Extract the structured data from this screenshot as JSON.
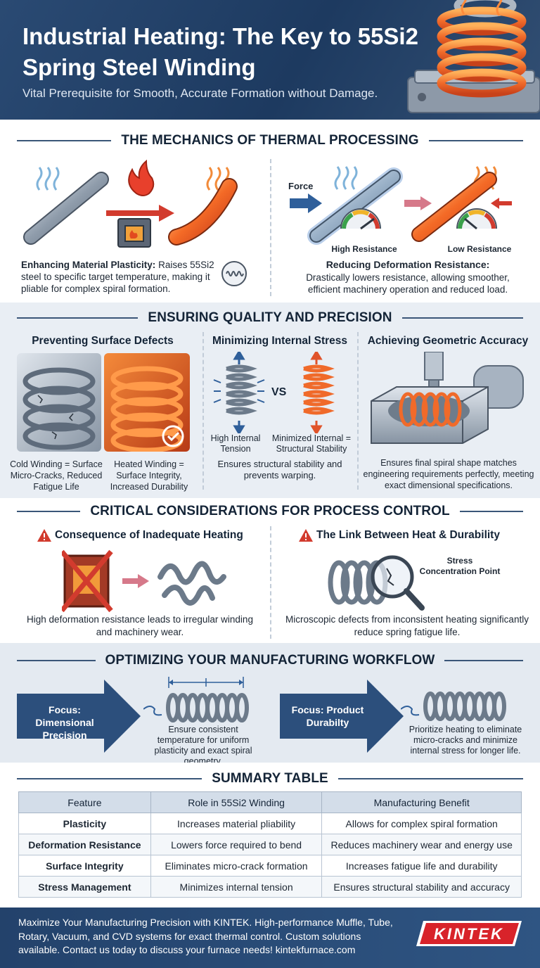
{
  "header": {
    "title": "Industrial Heating: The Key to 55Si2 Spring Steel Winding",
    "subtitle": "Vital Prerequisite for Smooth, Accurate Formation without Damage."
  },
  "mechanics": {
    "title": "THE MECHANICS OF THERMAL PROCESSING",
    "left": {
      "heading": "Enhancing Material Plasticity:",
      "body": "Raises 55Si2 steel to specific target temperature, making it pliable for complex spiral formation."
    },
    "right": {
      "force_label": "Force",
      "high_label": "High Resistance",
      "low_label": "Low Resistance",
      "heading": "Reducing Deformation Resistance:",
      "body": "Drastically lowers resistance, allowing smoother, efficient machinery operation and reduced load."
    }
  },
  "quality": {
    "title": "ENSURING QUALITY AND PRECISION",
    "col1": {
      "heading": "Preventing Surface Defects",
      "cold_caption": "Cold Winding = Surface Micro-Cracks, Reduced Fatigue Life",
      "heated_caption": "Heated Winding = Surface Integrity, Increased Durability"
    },
    "col2": {
      "heading": "Minimizing Internal Stress",
      "vs": "VS",
      "high_caption": "High Internal Tension",
      "min_caption": "Minimized Internal = Structural Stability",
      "body": "Ensures structural stability and prevents warping."
    },
    "col3": {
      "heading": "Achieving Geometric Accuracy",
      "body": "Ensures final spiral shape matches engineering requirements perfectly, meeting exact dimensional specifications."
    }
  },
  "critical": {
    "title": "CRITICAL CONSIDERATIONS FOR PROCESS CONTROL",
    "left": {
      "heading": "Consequence of Inadequate Heating",
      "body": "High deformation resistance leads to irregular winding and machinery wear."
    },
    "right": {
      "heading": "The Link Between Heat & Durability",
      "callout": "Stress Concentration Point",
      "body": "Microscopic defects from inconsistent heating significantly reduce spring fatigue life."
    }
  },
  "workflow": {
    "title": "OPTIMIZING YOUR MANUFACTURING WORKFLOW",
    "left": {
      "arrow_label": "Focus: Dimensional Precision",
      "body": "Ensure consistent temperature for uniform plasticity and exact spiral geometry."
    },
    "right": {
      "arrow_label": "Focus: Product Durabilty",
      "body": "Prioritize heating to eliminate micro-cracks and minimize internal stress for longer life."
    }
  },
  "summary": {
    "title": "SUMMARY TABLE",
    "headers": [
      "Feature",
      "Role in 55Si2 Winding",
      "Manufacturing Benefit"
    ],
    "rows": [
      [
        "Plasticity",
        "Increases material pliability",
        "Allows for complex spiral formation"
      ],
      [
        "Deformation Resistance",
        "Lowers force required to bend",
        "Reduces machinery wear and energy use"
      ],
      [
        "Surface Integrity",
        "Eliminates micro-crack formation",
        "Increases fatigue life and durability"
      ],
      [
        "Stress Management",
        "Minimizes internal tension",
        "Ensures structural stability and accuracy"
      ]
    ]
  },
  "footer": {
    "text": "Maximize Your Manufacturing Precision with KINTEK. High-performance Muffle, Tube, Rotary, Vacuum, and CVD systems for exact thermal control. Custom solutions available. Contact us today to discuss your furnace needs! kintekfurnace.com",
    "logo": "KINTEK"
  },
  "colors": {
    "navy": "#23426b",
    "hot_orange": "#f06a2a",
    "steel": "#9aa7b5",
    "warning_red": "#d23b2e"
  }
}
